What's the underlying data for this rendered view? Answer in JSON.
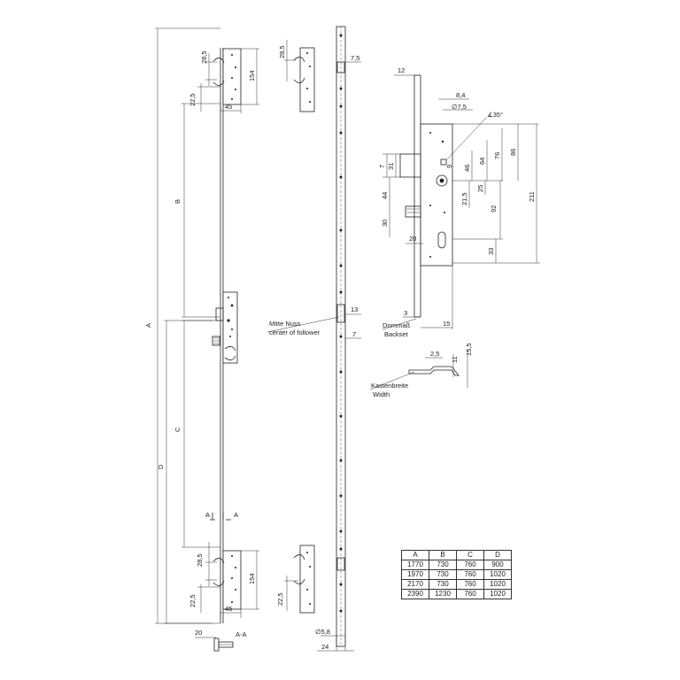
{
  "labels": {
    "A": "A",
    "B": "B",
    "C": "C",
    "D": "D",
    "section": "A-A",
    "section_arrow_left": "A",
    "section_arrow_right": "A",
    "center_follower_de": "Mitte Nuss",
    "center_follower_en": "center of follower",
    "backset_de": "Dornmaß",
    "backset_en": "Backset",
    "width_de": "Kastenbreite",
    "width_en": "Width"
  },
  "dims": {
    "d28_5_top": "28,5",
    "d154_top": "154",
    "d22_5_top": "22,5",
    "d45_top": "45",
    "d28_5_mid": "28,5",
    "d7_5": "7,5",
    "d12": "12",
    "d8_4": "8,4",
    "d_dia7_5": "∅7,5",
    "d35deg": "∡35°",
    "d7": "7",
    "d31": "31",
    "d9": "9",
    "d46": "46",
    "d64": "64",
    "d76": "76",
    "d86": "86",
    "d211": "211",
    "d44": "44",
    "d25": "25",
    "d21_5": "21,5",
    "d92": "92",
    "d30": "30",
    "d20_lock": "20",
    "d33": "33",
    "d3": "3",
    "d15": "15",
    "d13": "13",
    "d7_mid": "7",
    "d2_5": "2,5",
    "d11": "11",
    "d15_5": "15,5",
    "d28_5_bot": "28,5",
    "d154_bot": "154",
    "d22_5_bot": "22,5",
    "d45_bot": "45",
    "d22_5_midbot": "22,5",
    "d20_section": "20",
    "d_dia5_8": "∅5,8",
    "d24": "24"
  },
  "table": {
    "headers": [
      "A",
      "B",
      "C",
      "D"
    ],
    "rows": [
      [
        "1770",
        "730",
        "760",
        "900"
      ],
      [
        "1970",
        "730",
        "760",
        "1020"
      ],
      [
        "2170",
        "730",
        "760",
        "1020"
      ],
      [
        "2390",
        "1230",
        "760",
        "1020"
      ]
    ]
  }
}
